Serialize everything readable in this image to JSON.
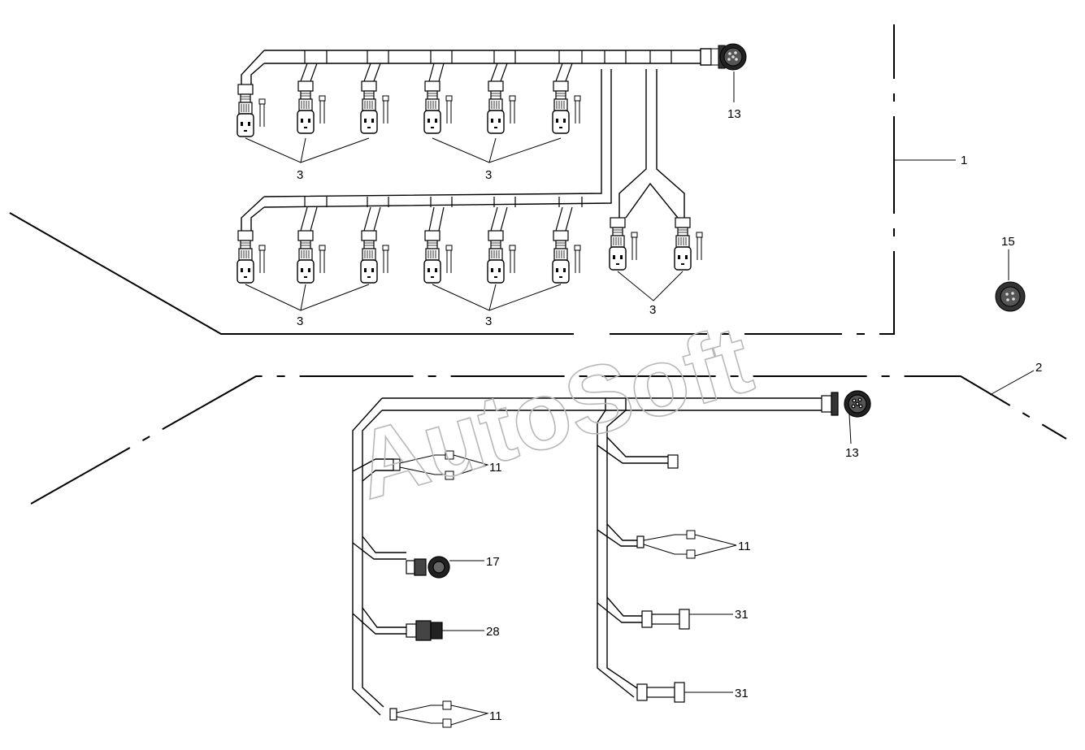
{
  "watermark": "AutoSoft",
  "callouts": {
    "c13_top": "13",
    "c1": "1",
    "c15": "15",
    "c2": "2",
    "c3_a": "3",
    "c3_b": "3",
    "c3_c": "3",
    "c3_d": "3",
    "c3_e": "3",
    "c13_bottom": "13",
    "c11_a": "11",
    "c17": "17",
    "c28": "28",
    "c11_b": "11",
    "c11_c": "11",
    "c31_a": "31",
    "c31_b": "31"
  },
  "colors": {
    "line": "#000000",
    "watermark": "#b8b8b8",
    "background": "#ffffff"
  }
}
